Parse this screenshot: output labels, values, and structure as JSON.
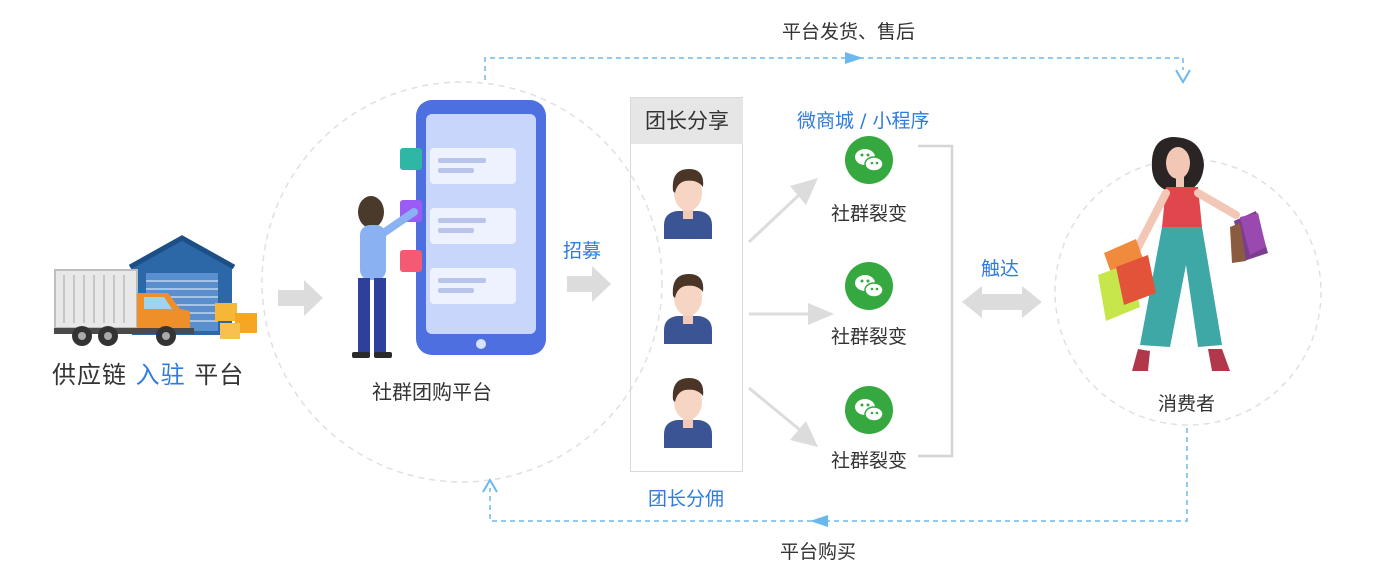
{
  "labels": {
    "top_flow": "平台发货、售后",
    "bottom_flow": "平台购买",
    "supply_prefix": "供应链 ",
    "supply_highlight": "入驻",
    "supply_suffix": " 平台",
    "platform": "社群团购平台",
    "recruit": "招募",
    "leader_share": "团长分享",
    "leader_commission": "团长分佣",
    "channel": "微商城 / 小程序",
    "fission": [
      "社群裂变",
      "社群裂变",
      "社群裂变"
    ],
    "reach": "触达",
    "consumer": "消费者"
  },
  "icons": {
    "truck": "truck-warehouse-icon",
    "phone": "phone-platform-icon",
    "leader": "leader-avatar-icon",
    "wechat": "wechat-icon",
    "shopper": "shopper-woman-icon"
  },
  "colors": {
    "accent_blue": "#2f7be0",
    "dashed_blue": "#6bb8ee",
    "wechat_green": "#36a840",
    "arrow_gray": "#d9d9d9",
    "text_dark": "#333333",
    "header_gray": "#e6e6e6"
  }
}
